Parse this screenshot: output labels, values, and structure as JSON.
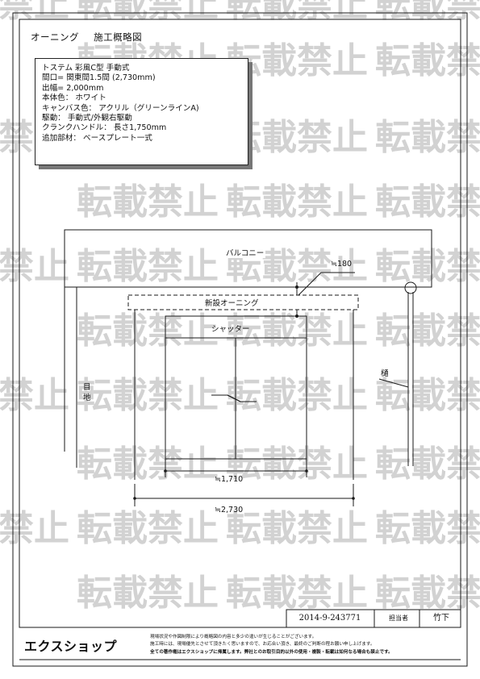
{
  "title": {
    "main": "オーニング",
    "sub": "施工概略図"
  },
  "spec_lines": [
    "トステム 彩風C型 手動式",
    "間口= 関東間1.5間 (2,730mm)",
    "出幅= 2,000mm",
    "本体色： ホワイト",
    "キャンバス色： アクリル（グリーンラインA)",
    "駆動： 手動式/外観右駆動",
    "クランクハンドル： 長さ1,750mm",
    "追加部材： ベースプレート一式"
  ],
  "diagram": {
    "balcony": "バルコニー",
    "awning": "新設オーニング",
    "shutter": "シャッター",
    "gutter": "樋",
    "joint": "目地",
    "dim_height": "≒180",
    "dim_shutter": "≒1,710",
    "dim_awning": "≒2,730"
  },
  "watermark": {
    "text": "転載禁止"
  },
  "footer": {
    "doc_id": "2014-9-243771",
    "person_label": "担当者",
    "person_name": "竹下",
    "logo": "エクスショップ",
    "notes": [
      "現場状況や作図制限により概略図の内容と多少の違いが生じることがございます。",
      "施工時には、現場優先とさせて頂きたく思いますので、お応合い頂き、最終のご判断の程お願い申し上げます。",
      "全ての著作権はエクスショップに帰属します。弊社とのお取引目的以外の使用・複製・転載は如何なる場合も禁止です。"
    ]
  },
  "colors": {
    "line": "#1a1a1a",
    "watermark": "#d4d4d4",
    "shadow": "#777777"
  }
}
